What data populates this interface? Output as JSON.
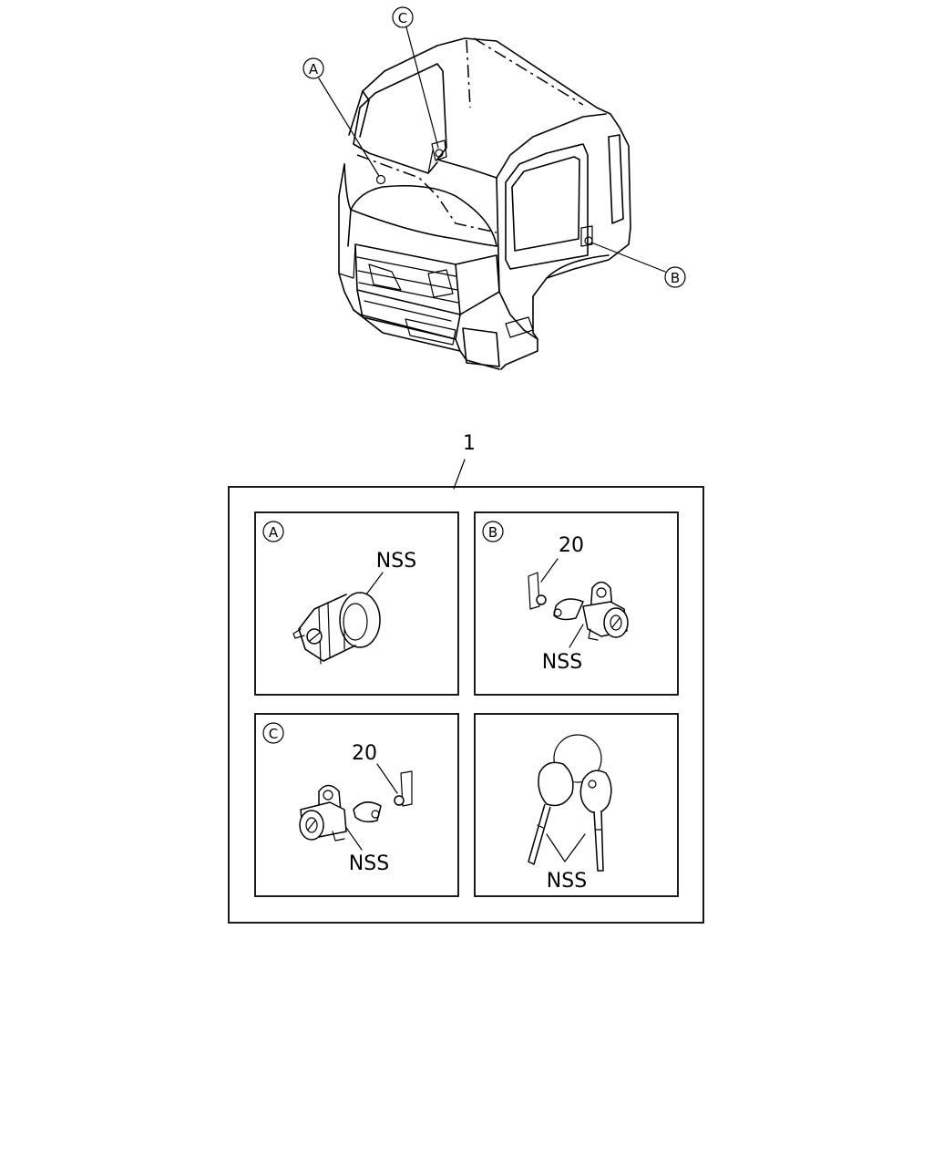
{
  "callouts": {
    "a": "A",
    "b": "B",
    "c": "C"
  },
  "assembly": {
    "ref": "1"
  },
  "panels": {
    "a": {
      "badge": "A",
      "label": "NSS"
    },
    "b": {
      "badge": "B",
      "label": "NSS",
      "part": "20"
    },
    "c": {
      "badge": "C",
      "label": "NSS",
      "part": "20"
    },
    "keys": {
      "label": "NSS"
    }
  }
}
